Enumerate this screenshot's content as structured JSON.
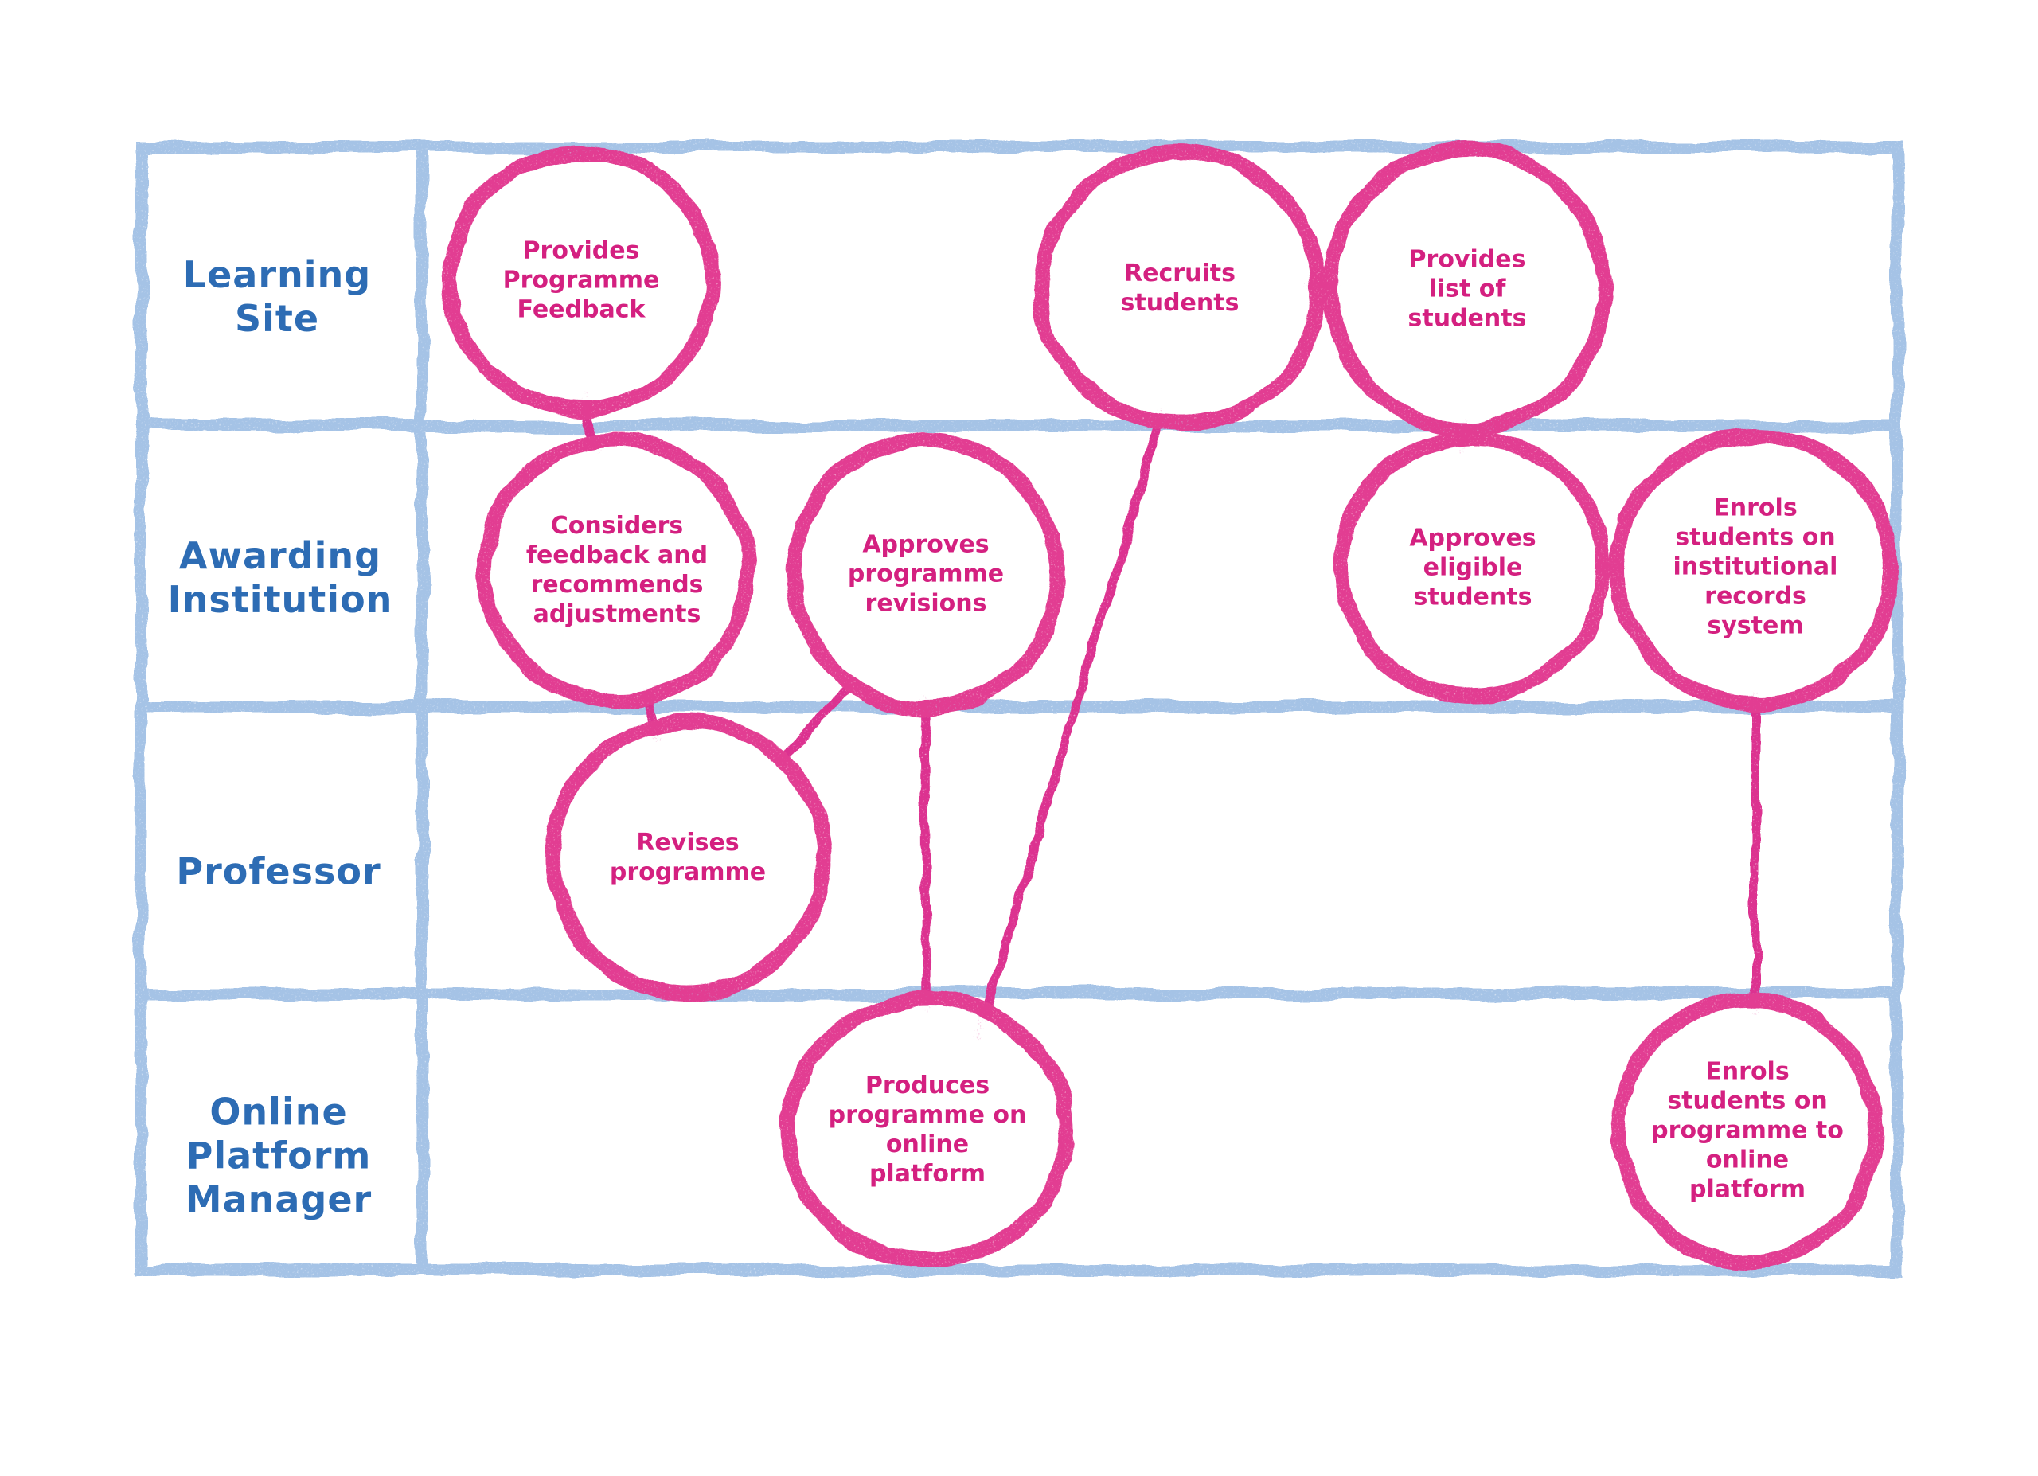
{
  "diagram": {
    "type": "swimlane-activity-diagram",
    "style": "hand-drawn-crayon",
    "lanes": [
      {
        "id": "learning-site",
        "label": "Learning\nSite"
      },
      {
        "id": "awarding-institution",
        "label": "Awarding\nInstitution"
      },
      {
        "id": "professor",
        "label": "Professor"
      },
      {
        "id": "online-platform-manager",
        "label": "Online\nPlatform\nManager"
      }
    ],
    "nodes": [
      {
        "id": "provides-programme-feedback",
        "lane": "learning-site",
        "label": "Provides\nProgramme\nFeedback"
      },
      {
        "id": "recruits-students",
        "lane": "learning-site",
        "label": "Recruits\nstudents"
      },
      {
        "id": "provides-list-of-students",
        "lane": "learning-site",
        "label": "Provides\nlist of\nstudents"
      },
      {
        "id": "considers-feedback",
        "lane": "awarding-institution",
        "label": "Considers\nfeedback and\nrecommends\nadjustments"
      },
      {
        "id": "approves-programme-revisions",
        "lane": "awarding-institution",
        "label": "Approves\nprogramme\nrevisions"
      },
      {
        "id": "approves-eligible-students",
        "lane": "awarding-institution",
        "label": "Approves\neligible\nstudents"
      },
      {
        "id": "enrols-students-institutional-records",
        "lane": "awarding-institution",
        "label": "Enrols\nstudents on\ninstitutional\nrecords\nsystem"
      },
      {
        "id": "revises-programme",
        "lane": "professor",
        "label": "Revises\nprogramme"
      },
      {
        "id": "produces-programme-online-platform",
        "lane": "online-platform-manager",
        "label": "Produces\nprogramme on\nonline\nplatform"
      },
      {
        "id": "enrols-students-online-platform",
        "lane": "online-platform-manager",
        "label": "Enrols\nstudents on\nprogramme to\nonline\nplatform"
      }
    ],
    "connections": [
      {
        "from": "provides-programme-feedback",
        "to": "considers-feedback"
      },
      {
        "from": "considers-feedback",
        "to": "revises-programme"
      },
      {
        "from": "revises-programme",
        "to": "approves-programme-revisions"
      },
      {
        "from": "approves-programme-revisions",
        "to": "produces-programme-online-platform"
      },
      {
        "from": "produces-programme-online-platform",
        "to": "recruits-students"
      },
      {
        "from": "recruits-students",
        "to": "provides-list-of-students"
      },
      {
        "from": "provides-list-of-students",
        "to": "approves-eligible-students"
      },
      {
        "from": "approves-eligible-students",
        "to": "enrols-students-institutional-records"
      },
      {
        "from": "enrols-students-institutional-records",
        "to": "enrols-students-online-platform"
      }
    ],
    "colors": {
      "background": "#ffffff",
      "lane_border": "#a5c3e6",
      "lane_label_text": "#2d6cb4",
      "node_border": "#e23e92",
      "node_text": "#d42080",
      "connector": "#dc3390"
    }
  }
}
